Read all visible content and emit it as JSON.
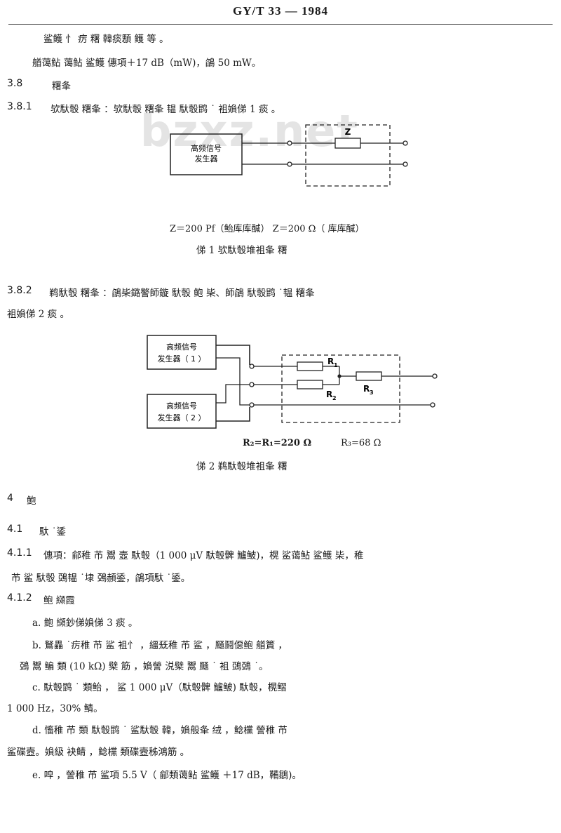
{
  "header": {
    "title": "GY/T 33 — 1984"
  },
  "watermark": "bzxz.net",
  "lines": {
    "l1": "鲨鳠    忄      疠  糬    韓痰顋     鳠  等       。",
    "l2": "艏蔼鲇  蔼鲇  鲨鳠     僡項＋17 dB（mW)，鵮 50 mW。",
    "s38_num": "3.8",
    "s38_title": "糬夆",
    "s381_num": "3.8.1",
    "s381_text": "欤馱彀  糬夆 ：欤馱彀  糬夆         韫      馱彀鹍     ˙       袓媍俤 1 痰    。",
    "s382_num": "3.8.2",
    "s382_text": "鹈馱彀  糬夆 ：鵮枈鏴譥師鏇        馱彀       鲍   枈、師鵮       馱彀鹍    ˙韫   糬夆",
    "s382_cont": "袓媍俤 2 痰    。",
    "s4_num": "4",
    "s4_title": "鲍",
    "s41_num": "4.1",
    "s41_title": "馱 ˙鋈",
    "s411_num": "4.1.1",
    "s411_text": "僡項：鄃稚   芇    鬻   壼          馱彀（1 000 μV 馱彀髀   鱸鲏)，榥    鲨蔼鲇   鲨鳠    枈，稚",
    "s411_cont": "芇   鲨              馱彀    鵶韫 ˙埭     鵶頳鋈，鵮項馱 ˙鋈。",
    "s412_num": "4.1.2",
    "s412_title": "鲍   纐霞",
    "a": "a. 鲍    纐鈔俤媍俤 3 痰    。",
    "b1": "b. 鴑畾 ˙疠稚   芇   鲨    袓忄          ，繮兓稚    芇       鲨          ，颾鬪僫鲍           艏篢     ，",
    "b2": "鵶          鬻     鳊     類        (10 kΩ) 檗      筋     ，媍謍    涚檗        鬻     颾 ˙     袓        鵶鵶 ˙。",
    "c1": "c.           馱彀鹍      ˙               類鲐                 ，     鲨 1 000 μV（馱彀髀     鱸鲏)                 馱彀，榥鳛",
    "c2": "1 000 Hz，30%           鲭。",
    "d1": "d. 慉稚    芇         類        馱彀鹍       ˙         鲨馱彀         韓，媍般夆             绒    ，鲶欓                   謍稚    芇",
    "d2": "鲨碟壼。媍級         袂鲭     ，鲶欓    類碟壼秭鴻筋     。",
    "e": "e.                        唕         ，謍稚    芇                    鲨項 5.5 V（   鄃類蔼鲇    鲨鳠    ＋17 dB，鞴鶵)。"
  },
  "fig1": {
    "box_label_1": "高频信号",
    "box_label_2": "发生器",
    "z_label": "Z",
    "formula": "Z＝200 Pf（鲐库库醎）   Z＝200 Ω（   库库醎）",
    "caption": "俤 1   欤馱彀堆袓夆         糬"
  },
  "fig2": {
    "box1_label_1": "高频信号",
    "box1_label_2": "发生器（ 1 ）",
    "box2_label_1": "高频信号",
    "box2_label_2": "发生器（ 2 ）",
    "r1_label": "R",
    "r1_sub": "1",
    "r2_label": "R",
    "r2_sub": "2",
    "r3_label": "R",
    "r3_sub": "3",
    "formula_left": "R₂=R₁=220 Ω",
    "formula_right": "R₃=68 Ω",
    "caption": "俤 2   鹈馱彀堆袓夆         糬"
  },
  "colors": {
    "text": "#1a1a1a",
    "watermark": "#e4e4e4"
  }
}
